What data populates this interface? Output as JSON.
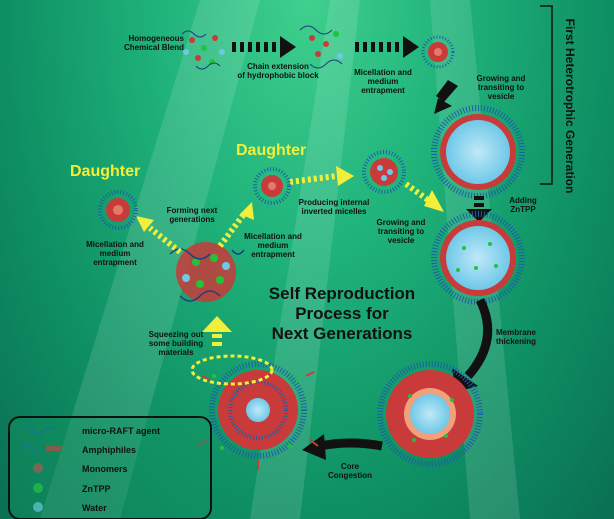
{
  "title": "First Heterotrophic Generation",
  "main_text": [
    "Self Reproduction",
    "Process for",
    "Next Generations"
  ],
  "daughters": [
    "Daughter",
    "Daughter"
  ],
  "labels": {
    "homogeneous": [
      "Homogeneous",
      "Chemical Blend"
    ],
    "chain_extension": [
      "Chain extension",
      "of hydrophobic block"
    ],
    "micellation_top": [
      "Micellation and",
      "medium",
      "entrapment"
    ],
    "growing_top": [
      "Growing and",
      "transiting to",
      "vesicle"
    ],
    "adding_zntpp": [
      "Adding",
      "ZnTPP"
    ],
    "membrane": [
      "Membrane",
      "thickening"
    ],
    "core": [
      "Core",
      "Congestion"
    ],
    "squeezing": [
      "Squeezing out",
      "some building",
      "materials"
    ],
    "micellation_left": [
      "Micellation and",
      "medium",
      "entrapment"
    ],
    "forming": [
      "Forming next",
      "generations"
    ],
    "micellation_mid": [
      "Micellation and",
      "medium",
      "entrapment"
    ],
    "producing": [
      "Producing internal",
      "inverted micelles"
    ],
    "growing_mid": [
      "Growing and",
      "transiting to",
      "vesicle"
    ]
  },
  "legend": [
    {
      "label": "micro-RAFT agent",
      "color": "#1a5fa8"
    },
    {
      "label": "Amphiphiles",
      "color": "#c93a3a"
    },
    {
      "label": "Monomers",
      "color": "#b84a4a"
    },
    {
      "label": "ZnTPP",
      "color": "#22c33a"
    },
    {
      "label": "Water",
      "color": "#6fc8e8"
    }
  ]
}
